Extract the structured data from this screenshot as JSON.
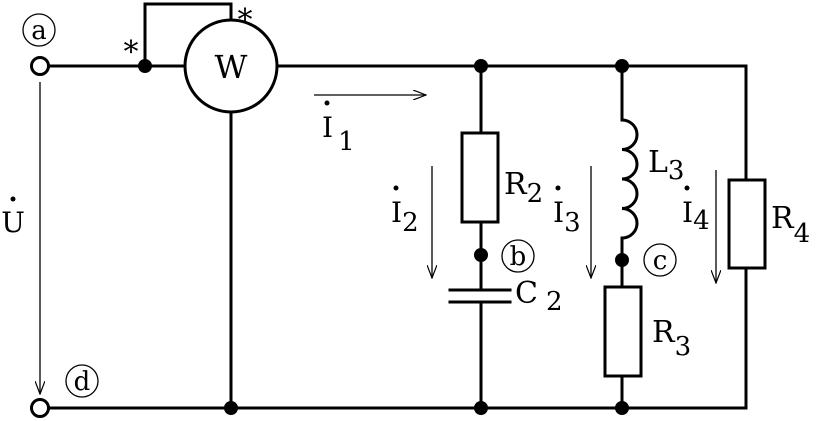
{
  "nodes": {
    "a": "a",
    "b": "b",
    "c": "c",
    "d": "d"
  },
  "meter": {
    "label": "W",
    "star_current": "*",
    "star_voltage": "*"
  },
  "components": {
    "R2": {
      "base": "R",
      "sub": "2"
    },
    "C2": {
      "base": "C",
      "sub": "2"
    },
    "L3": {
      "base": "L",
      "sub": "3"
    },
    "R3": {
      "base": "R",
      "sub": "3"
    },
    "R4": {
      "base": "R",
      "sub": "4"
    }
  },
  "quantities": {
    "U": {
      "base": "U",
      "sub": ""
    },
    "I1": {
      "base": "I",
      "sub": "1"
    },
    "I2": {
      "base": "I",
      "sub": "2"
    },
    "I3": {
      "base": "I",
      "sub": "3"
    },
    "I4": {
      "base": "I",
      "sub": "4"
    }
  },
  "colors": {
    "line": "#000000",
    "background": "#ffffff"
  }
}
